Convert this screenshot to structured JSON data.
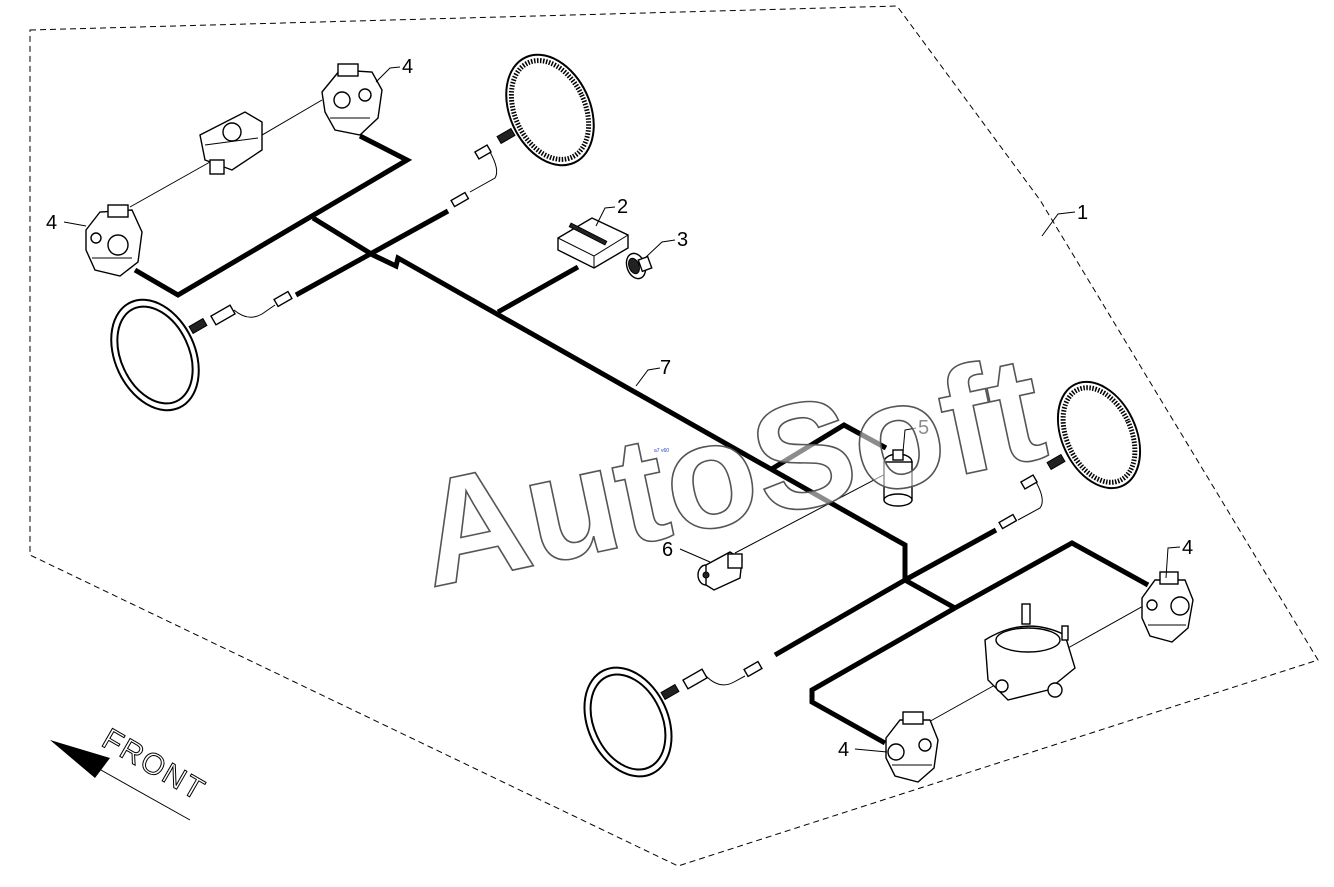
{
  "diagram": {
    "callouts": {
      "c1": "1",
      "c2": "2",
      "c3": "3",
      "c4_top_left": "4",
      "c4_left": "4",
      "c4_right": "4",
      "c4_bottom": "4",
      "c5": "5",
      "c6": "6",
      "c7": "7"
    },
    "front_label": "FRONT",
    "watermark": "AutoSoft",
    "tiny_mark": "a7 v60"
  }
}
